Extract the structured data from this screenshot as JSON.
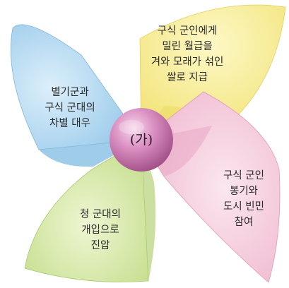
{
  "center": {
    "label": "(가)"
  },
  "petals": [
    {
      "id": "blue",
      "lines": [
        "별기군과",
        "구식 군대의",
        "차별 대우"
      ]
    },
    {
      "id": "yellow",
      "lines": [
        "구식 군인에게",
        "밀린 월급을",
        "겨와 모래가 섞인",
        "쌀로 지급"
      ]
    },
    {
      "id": "pink",
      "lines": [
        "구식 군인",
        "봉기와",
        "도시 빈민",
        "참여"
      ]
    },
    {
      "id": "green",
      "lines": [
        "청 군대의",
        "개입으로",
        "진압"
      ]
    }
  ],
  "colors": {
    "blue": "#a9d3ee",
    "yellow": "#f7ec8e",
    "pink": "#f2c4d8",
    "green": "#cfe49f",
    "center": "#c46fa8"
  }
}
